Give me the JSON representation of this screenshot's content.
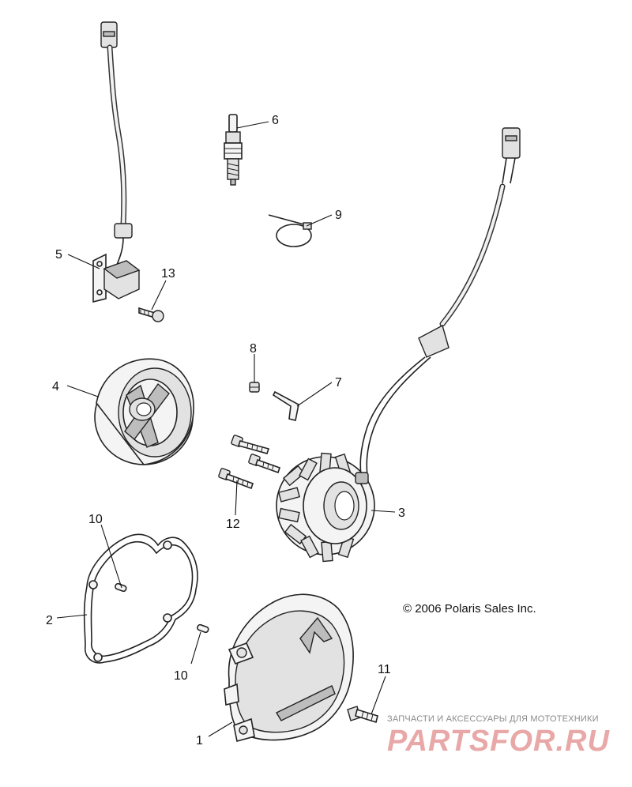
{
  "callouts": {
    "c1": "1",
    "c2": "2",
    "c3": "3",
    "c4": "4",
    "c5": "5",
    "c6": "6",
    "c7": "7",
    "c8": "8",
    "c9": "9",
    "c10a": "10",
    "c10b": "10",
    "c11": "11",
    "c12": "12",
    "c13": "13"
  },
  "copyright": "© 2006 Polaris Sales Inc.",
  "watermark": {
    "tagline": "ЗАПЧАСТИ И АКСЕССУАРЫ ДЛЯ МОТОТЕХНИКИ",
    "brand": "PARTSFOR.RU"
  },
  "colors": {
    "line": "#222222",
    "watermark": "#e9a8a8"
  }
}
